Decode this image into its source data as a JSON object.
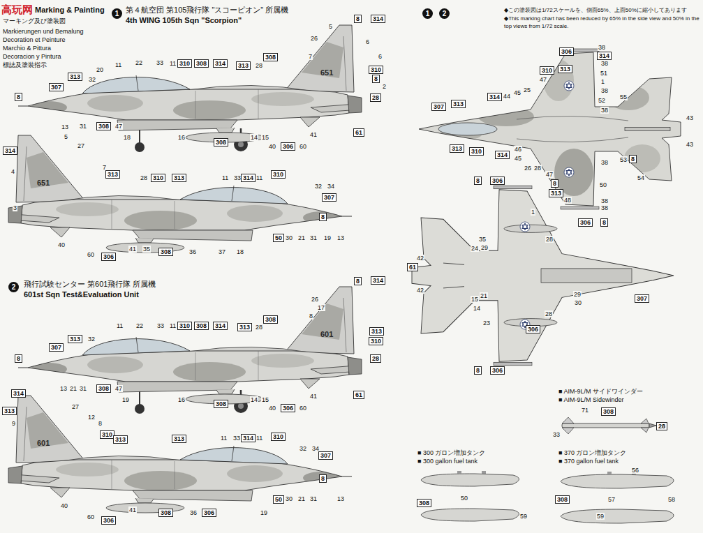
{
  "diagram": {
    "labels": [
      "高玩网",
      "Marking & Painting",
      "マーキング及び塗装図",
      "Markierungen und Bemalung",
      "Decoration et Peinture",
      "Marchio & Pittura",
      "Decoracion y Pintura",
      "標誌及塗裝指示",
      "1",
      "第４航空団 第105飛行隊 \"スコーピオン\" 所属機",
      "4th WING 105th Sqn \"Scorpion\"",
      "1",
      "2",
      "◆この塗装図は1/72スケールを、側面65%、上面50%に縮小してあります",
      "◆This marking chart has been reduced by 65% in the side view and 50% in the top views from 1/72 scale.",
      "2",
      "飛行試験センター 第601飛行隊 所属機",
      "601st Sqn Test&Evaluation Unit",
      "8",
      "314",
      "5",
      "26",
      "6",
      "7",
      "6",
      "11",
      "22",
      "33",
      "11",
      "310",
      "308",
      "314",
      "313",
      "28",
      "308",
      "20",
      "313",
      "32",
      "310",
      "8",
      "2",
      "28",
      "307",
      "8",
      "651",
      "13",
      "31",
      "308",
      "47",
      "18",
      "16",
      "308",
      "14",
      "15",
      "40",
      "306",
      "60",
      "41",
      "61",
      "314",
      "5",
      "27",
      "4",
      "7",
      "313",
      "28",
      "310",
      "313",
      "11",
      "33",
      "314",
      "11",
      "310",
      "3",
      "32",
      "34",
      "307",
      "8",
      "13",
      "50",
      "30",
      "21",
      "31",
      "19",
      "18",
      "37",
      "36",
      "308",
      "35",
      "41",
      "306",
      "60",
      "40",
      "651",
      "8",
      "314",
      "26",
      "17",
      "8",
      "313",
      "11",
      "22",
      "33",
      "11",
      "310",
      "308",
      "314",
      "313",
      "28",
      "308",
      "313",
      "32",
      "310",
      "307",
      "28",
      "8",
      "601",
      "13",
      "21",
      "31",
      "308",
      "47",
      "19",
      "16",
      "308",
      "14",
      "15",
      "40",
      "306",
      "60",
      "41",
      "61",
      "314",
      "27",
      "313",
      "12",
      "9",
      "8",
      "310",
      "313",
      "313",
      "11",
      "33",
      "314",
      "11",
      "310",
      "32",
      "34",
      "307",
      "8",
      "13",
      "30",
      "21",
      "31",
      "19",
      "50",
      "40",
      "60",
      "306",
      "41",
      "308",
      "36",
      "306",
      "601",
      "306",
      "38",
      "313",
      "314",
      "38",
      "310",
      "51",
      "1",
      "47",
      "38",
      "52",
      "38",
      "55",
      "307",
      "313",
      "314",
      "44",
      "45",
      "25",
      "43",
      "43",
      "313",
      "310",
      "314",
      "46",
      "45",
      "26",
      "28",
      "47",
      "8",
      "313",
      "53",
      "8",
      "38",
      "54",
      "50",
      "38",
      "48",
      "38",
      "306",
      "8",
      "8",
      "306",
      "1",
      "35",
      "24",
      "29",
      "42",
      "61",
      "42",
      "28",
      "21",
      "15",
      "14",
      "23",
      "29",
      "30",
      "28",
      "306",
      "307",
      "8",
      "306",
      "■ AIM-9L/M サイドワインダー",
      "■ AIM-9L/M Sidewinder",
      "71",
      "308",
      "28",
      "33",
      "■ 300 ガロン増加タンク",
      "■ 300 gallon fuel tank",
      "■ 370 ガロン増加タンク",
      "■ 370 gallon fuel tank",
      "308",
      "50",
      "59",
      "56",
      "308",
      "57",
      "59",
      "58"
    ]
  }
}
